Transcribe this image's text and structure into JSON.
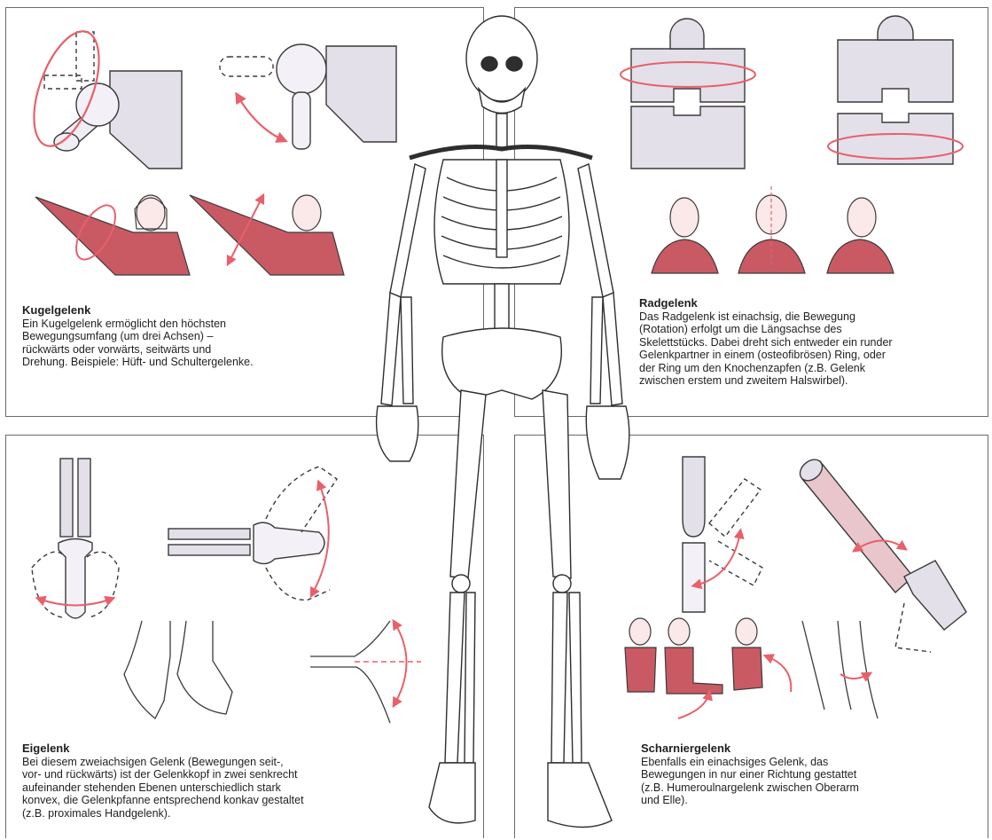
{
  "panels": {
    "kugelgelenk": {
      "title": "Kugelgelenk",
      "lines": [
        "Ein Kugelgelenk ermöglicht den höchsten",
        "Bewegungsumfang (um drei Achsen) –",
        "rückwärts oder vorwärts, seitwärts und",
        "Drehung. Beispiele: Hüft- und Schultergelenke."
      ]
    },
    "radgelenk": {
      "title": "Radgelenk",
      "lines": [
        "Das Radgelenk ist einachsig, die Bewegung",
        "(Rotation) erfolgt um die Längsachse des",
        "Skelettstücks. Dabei dreht sich entweder ein runder",
        "Gelenkpartner in einem (osteofibrösen) Ring, oder",
        "der Ring um den Knochenzapfen (z.B. Gelenk",
        "zwischen erstem und zweitem Halswirbel)."
      ]
    },
    "eigelenk": {
      "title": "Eigelenk",
      "lines": [
        "Bei diesem zweiachsigen Gelenk (Bewegungen seit-,",
        "vor- und rückwärts) ist der Gelenkkopf in zwei senkrecht",
        "aufeinander stehenden Ebenen unterschiedlich stark",
        "konvex, die Gelenkpfanne entsprechend konkav gestaltet",
        "(z.B. proximales Handgelenk)."
      ]
    },
    "scharniergelenk": {
      "title": "Scharniergelenk",
      "lines": [
        "Ebenfalls ein einachsiges Gelenk, das",
        "Bewegungen in nur einer Richtung gestattet",
        "(z.B. Humeroulnargelenk zwischen Oberarm",
        "und Elle)."
      ]
    }
  },
  "colors": {
    "accent": "#e8606a",
    "skin": "#c95a64",
    "bone": "#e9e6ee",
    "line": "#3a3a3a"
  }
}
